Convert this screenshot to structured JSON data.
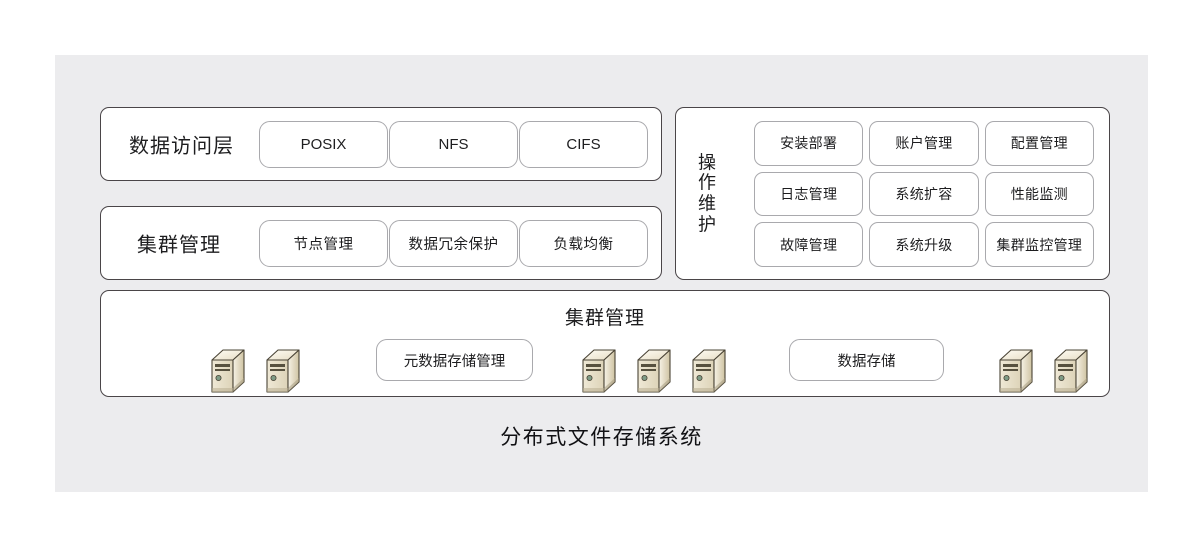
{
  "diagram": {
    "caption": "分布式文件存储系统",
    "background_color": "#ececee",
    "panel_border_color": "#4a4548",
    "chip_border_color": "#a9a9ad",
    "server_icon_name": "server-tower-icon"
  },
  "access_layer": {
    "label": "数据访问层",
    "items": [
      {
        "label": "POSIX"
      },
      {
        "label": "NFS"
      },
      {
        "label": "CIFS"
      }
    ]
  },
  "cluster_layer": {
    "label": "集群管理",
    "items": [
      {
        "label": "节点管理"
      },
      {
        "label": "数据冗余保护"
      },
      {
        "label": "负载均衡"
      }
    ]
  },
  "operations": {
    "label_chars": [
      "操",
      "作",
      "维",
      "护"
    ],
    "items": [
      {
        "label": "安装部署"
      },
      {
        "label": "账户管理"
      },
      {
        "label": "配置管理"
      },
      {
        "label": "日志管理"
      },
      {
        "label": "系统扩容"
      },
      {
        "label": "性能监测"
      },
      {
        "label": "故障管理"
      },
      {
        "label": "系统升级"
      },
      {
        "label": "集群监控管理"
      }
    ]
  },
  "storage_layer": {
    "title": "集群管理",
    "metadata_box": "元数据存储管理",
    "data_box": "数据存储",
    "server_groups": [
      {
        "name": "left-group",
        "count": 2,
        "positions": [
          110,
          165
        ]
      },
      {
        "name": "middle-group",
        "count": 3,
        "positions": [
          481,
          536,
          591
        ]
      },
      {
        "name": "right-group",
        "count": 2,
        "positions": [
          898,
          953
        ]
      }
    ]
  }
}
